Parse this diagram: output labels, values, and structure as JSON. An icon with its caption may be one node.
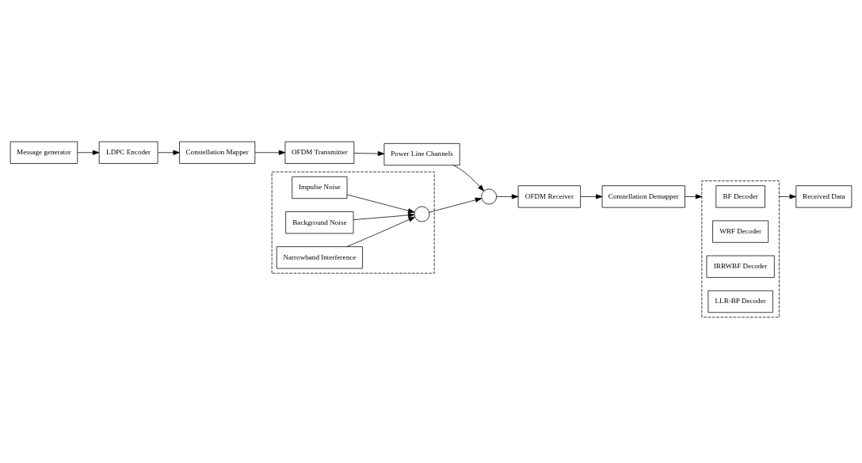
{
  "diagram": {
    "nodes": [
      {
        "text": [
          "Message generator"
        ]
      },
      {
        "text": [
          "LDPC Encoder"
        ]
      },
      {
        "text": [
          "Constellation Mapper"
        ]
      },
      {
        "text": [
          "OFDM Transmitter"
        ]
      },
      {
        "text": [
          "Power Line Channels"
        ]
      },
      {
        "text": [],
        "shape": "box"
      },
      {
        "text": [
          "Impulse Noise"
        ],
        "in": 5
      },
      {
        "text": [
          "Background Noise"
        ],
        "in": 5
      },
      {
        "text": [
          "Narrowband Interference"
        ],
        "in": 5
      },
      {
        "text": [],
        "shape": "circle",
        "in": 5
      },
      {
        "text": [],
        "shape": "circle"
      },
      {
        "text": [
          "OFDM Receiver"
        ]
      },
      {
        "text": [
          "Constellation Demapper"
        ]
      },
      {
        "text": [],
        "shape": "box"
      },
      {
        "text": [
          "BF Decoder"
        ],
        "in": 13
      },
      {
        "text": [
          "WBF Decoder"
        ],
        "in": 13
      },
      {
        "text": [
          "IRRWBF Decoder"
        ],
        "in": 13
      },
      {
        "text": [
          "LLR-BP Decoder"
        ],
        "in": 13
      },
      {
        "text": [
          "Received Data"
        ]
      }
    ],
    "edges": [
      {
        "from": 0,
        "to": 1,
        "arrow": "to"
      },
      {
        "from": 1,
        "to": 2,
        "arrow": "to"
      },
      {
        "from": 2,
        "to": 3,
        "arrow": "to"
      },
      {
        "from": 3,
        "to": 4,
        "arrow": "to"
      },
      {
        "from": 4,
        "to": 10,
        "arrow": "to"
      },
      {
        "from": 6,
        "to": 9,
        "arrow": "to"
      },
      {
        "from": 7,
        "to": 9,
        "arrow": "to"
      },
      {
        "from": 8,
        "to": 9,
        "arrow": "to"
      },
      {
        "from": 9,
        "to": 10,
        "arrow": "to"
      },
      {
        "from": 10,
        "to": 11,
        "arrow": "to"
      },
      {
        "from": 11,
        "to": 12,
        "arrow": "to"
      },
      {
        "from": 12,
        "to": 13,
        "arrow": "to"
      },
      {
        "from": 13,
        "to": 18,
        "arrow": "to"
      }
    ]
  }
}
